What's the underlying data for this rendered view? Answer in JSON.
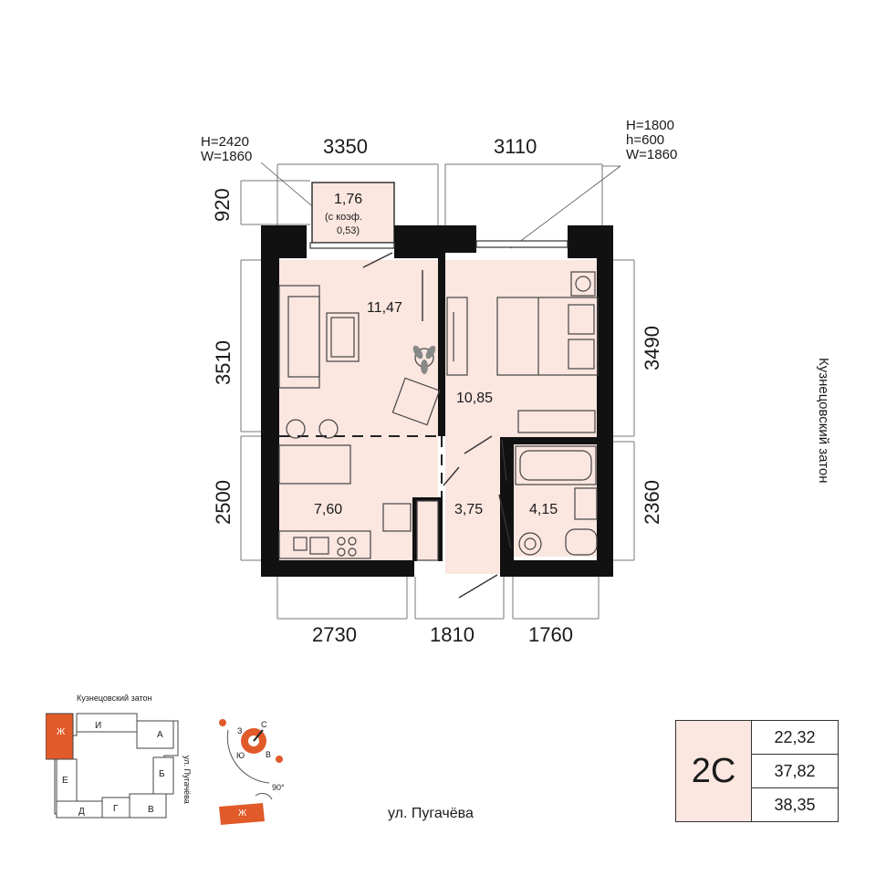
{
  "dimensions": {
    "top_left": "3350",
    "top_right": "3110",
    "bottom_left": "2730",
    "bottom_mid": "1810",
    "bottom_right": "1760",
    "left_top": "920",
    "left_mid": "3510",
    "left_bottom": "2500",
    "right_top": "3490",
    "right_bottom": "2360"
  },
  "windows": {
    "balcony_door": "H=2420\nW=1860",
    "bedroom_window": "H=1800\nh=600\nW=1860"
  },
  "rooms": {
    "balcony_area": "1,76",
    "balcony_coef_line1": "(с коэф.",
    "balcony_coef_line2": "0,53)",
    "living": "11,47",
    "bedroom": "10,85",
    "kitchen": "7,60",
    "hall": "3,75",
    "bathroom": "4,15"
  },
  "streets": {
    "right_side": "Кузнецовский затон",
    "bottom": "ул. Пугачёва"
  },
  "site_plan": {
    "top_label": "Кузнецовский затон",
    "right_label": "ул. Пугачёва",
    "sections": [
      "Ж",
      "И",
      "А",
      "Е",
      "Б",
      "Д",
      "Г",
      "В"
    ]
  },
  "compass": {
    "north": "С",
    "south": "Ю",
    "west": "З",
    "east": "В",
    "angle": "90°"
  },
  "key_plan": {
    "section": "Ж"
  },
  "summary": {
    "type": "2С",
    "living_area": "22,32",
    "total_area": "37,82",
    "area_with_balcony": "38,35"
  },
  "colors": {
    "wall": "#111111",
    "room_fill": "#fbe6e0",
    "accent": "#e15a2a"
  }
}
